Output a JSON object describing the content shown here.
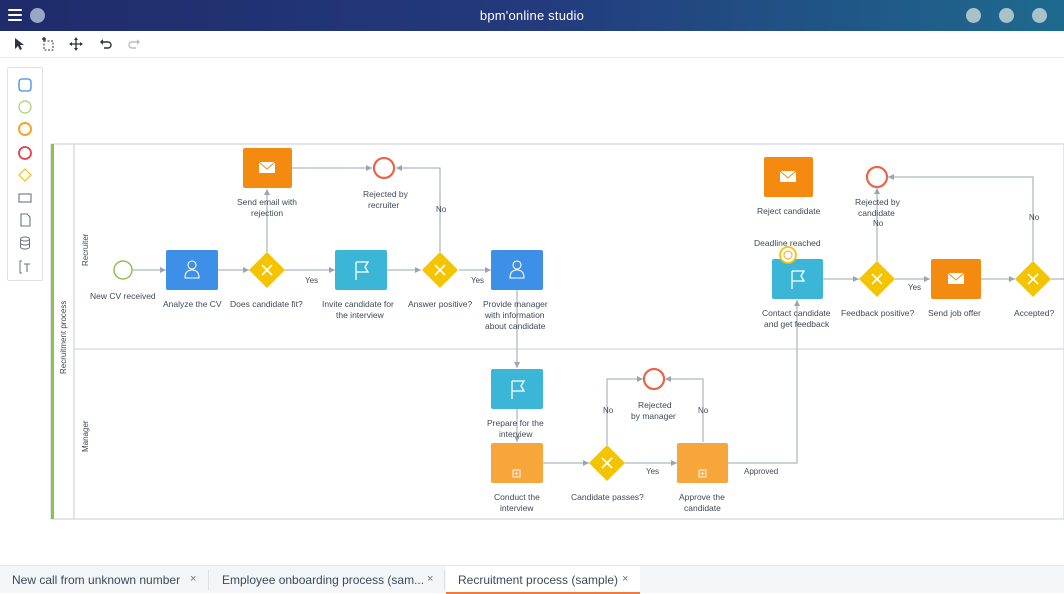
{
  "app": {
    "title": "bpm'online studio"
  },
  "colors": {
    "topbar_start": "#1f2b6b",
    "topbar_end": "#1e6a8e",
    "user_task": "#3d8fe8",
    "flag_task": "#3bb6d6",
    "email_task": "#f58a10",
    "subprocess": "#f7a63b",
    "gateway": "#f5c400",
    "end_event": "#e8654a",
    "start_event": "#8cc152",
    "active_tab_accent": "#f07a3e",
    "pool_accent": "#8cc152"
  },
  "toolbar": {
    "icons": [
      "pointer-icon",
      "lasso-select-icon",
      "move-icon",
      "undo-icon",
      "redo-icon"
    ]
  },
  "palette": {
    "icons": [
      "task-icon",
      "start-event-icon",
      "intermediate-event-icon",
      "end-event-icon",
      "gateway-icon",
      "subprocess-icon",
      "data-object-icon",
      "data-store-icon",
      "text-annotation-icon"
    ]
  },
  "pool": {
    "name": "Recruitment process",
    "lanes": [
      "Recruiter",
      "Manager"
    ]
  },
  "nodes": {
    "new_cv": "New CV received",
    "analyze_cv": "Analyze the CV",
    "fit_gateway": "Does candidate fit?",
    "send_email_1": "Send email with",
    "send_email_2": "rejection",
    "rejected_recruiter_1": "Rejected by",
    "rejected_recruiter_2": "recruiter",
    "invite_1": "Invite candidate for",
    "invite_2": "the interview",
    "answer_gw": "Answer positive?",
    "provide_1": "Provide manager",
    "provide_2": "with information",
    "provide_3": "about candidate",
    "prepare_1": "Prepare for the",
    "prepare_2": "interview",
    "conduct_1": "Conduct the",
    "conduct_2": "interview",
    "passes_gw": "Candidate passes?",
    "rejected_manager_1": "Rejected",
    "rejected_manager_2": "by manager",
    "approve_1": "Approve the",
    "approve_2": "candidate",
    "approved": "Approved",
    "reject_candidate": "Reject candidate",
    "rejected_candidate_1": "Rejected by",
    "rejected_candidate_2": "candidate",
    "deadline": "Deadline reached",
    "contact_1": "Contact candidate",
    "contact_2": "and get feedback",
    "feedback_gw": "Feedback positive?",
    "send_offer": "Send job offer",
    "accepted_gw": "Accepted?"
  },
  "flow_labels": {
    "yes": "Yes",
    "no": "No"
  },
  "tabs": [
    {
      "label": "New call from unknown number",
      "close": "×",
      "active": false
    },
    {
      "label": "Employee onboarding process (sam...",
      "close": "×",
      "active": false
    },
    {
      "label": "Recruitment process (sample)",
      "close": "×",
      "active": true
    }
  ]
}
